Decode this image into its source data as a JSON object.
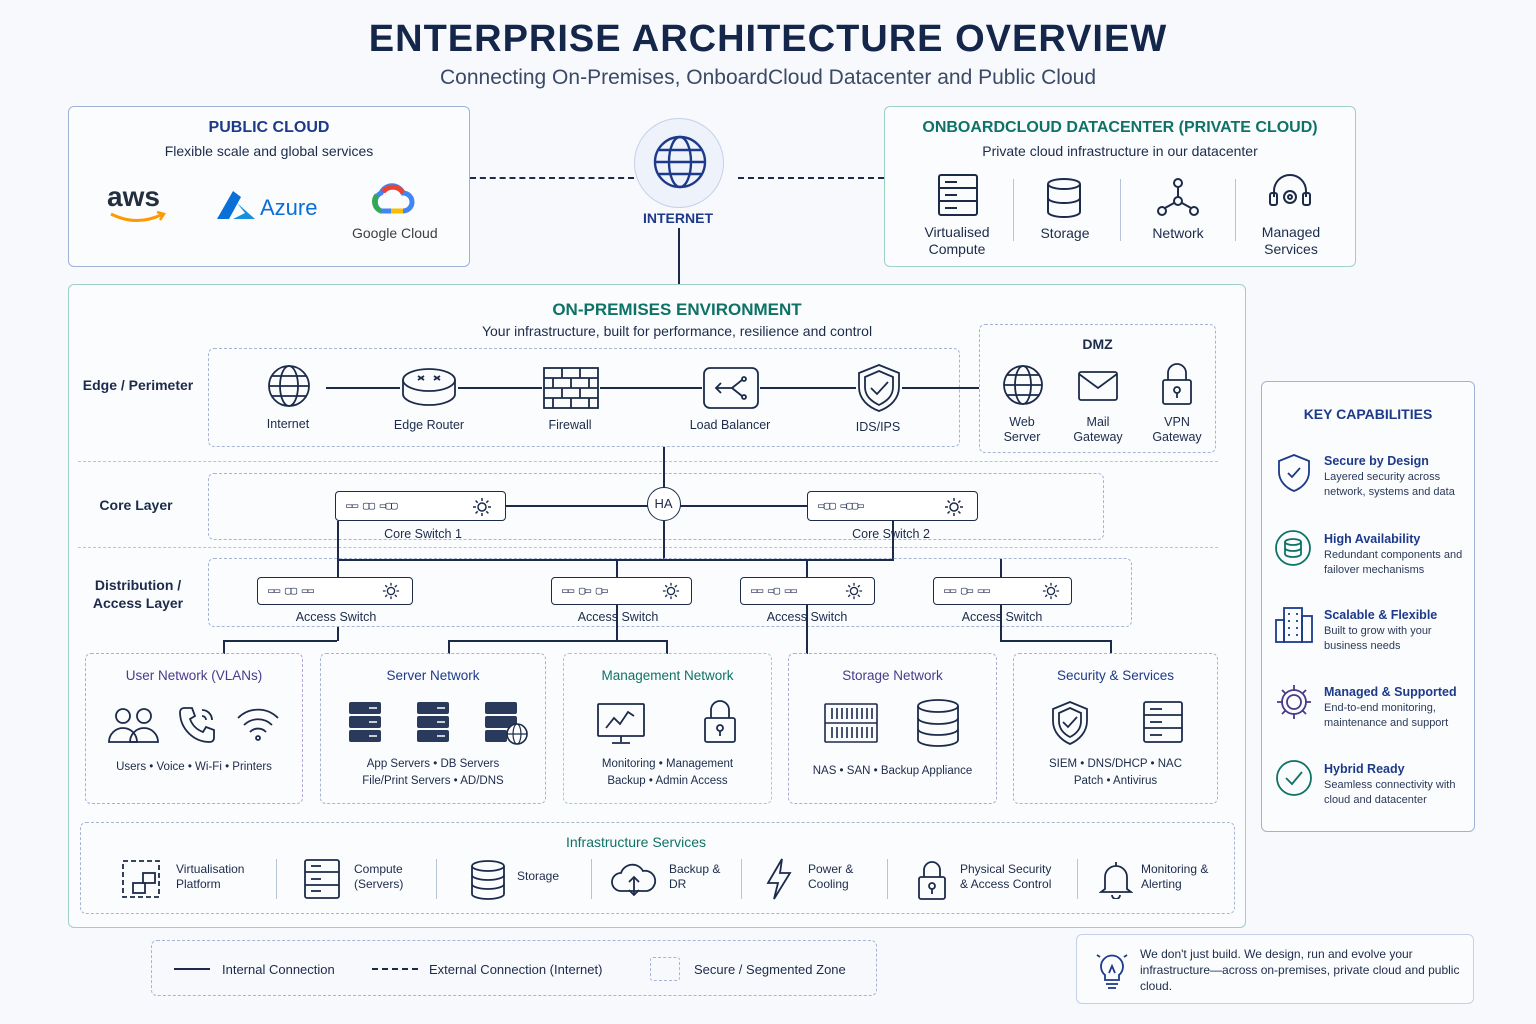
{
  "title": "ENTERPRISE ARCHITECTURE OVERVIEW",
  "subtitle": "Connecting On-Premises, OnboardCloud Datacenter and Public Cloud",
  "public_cloud": {
    "title": "PUBLIC CLOUD",
    "subtitle": "Flexible scale and global services",
    "providers": [
      "aws",
      "Azure",
      "Google Cloud"
    ]
  },
  "internet": {
    "label": "INTERNET"
  },
  "private_cloud": {
    "title": "ONBOARDCLOUD DATACENTER (PRIVATE CLOUD)",
    "subtitle": "Private cloud infrastructure in our datacenter",
    "items": [
      "Virtualised\nCompute",
      "Storage",
      "Network",
      "Managed\nServices"
    ]
  },
  "onprem": {
    "title": "ON-PREMISES ENVIRONMENT",
    "subtitle": "Your infrastructure, built for performance, resilience and control"
  },
  "layers": {
    "edge": "Edge / Perimeter",
    "core": "Core Layer",
    "distribution": "Distribution /\nAccess Layer"
  },
  "edge_items": [
    "Internet",
    "Edge Router",
    "Firewall",
    "Load Balancer",
    "IDS/IPS"
  ],
  "dmz": {
    "title": "DMZ",
    "items": [
      "Web\nServer",
      "Mail\nGateway",
      "VPN\nGateway"
    ]
  },
  "core": {
    "switch1": "Core Switch 1",
    "switch2": "Core Switch 2",
    "ha": "HA"
  },
  "access_switch_label": "Access Switch",
  "networks": [
    {
      "title": "User Network (VLANs)",
      "line1": "Users  •  Voice  •  Wi-Fi  •  Printers",
      "line2": ""
    },
    {
      "title": "Server Network",
      "line1": "App Servers  •  DB Servers",
      "line2": "File/Print Servers  •  AD/DNS"
    },
    {
      "title": "Management Network",
      "line1": "Monitoring  •  Management",
      "line2": "Backup  •  Admin Access"
    },
    {
      "title": "Storage Network",
      "line1": "NAS  •  SAN  •  Backup Appliance",
      "line2": ""
    },
    {
      "title": "Security & Services",
      "line1": "SIEM  •  DNS/DHCP  •  NAC",
      "line2": "Patch  •  Antivirus"
    }
  ],
  "infra": {
    "title": "Infrastructure Services",
    "items": [
      "Virtualisation\nPlatform",
      "Compute\n(Servers)",
      "Storage",
      "Backup &\nDR",
      "Power &\nCooling",
      "Physical Security\n& Access Control",
      "Monitoring &\nAlerting"
    ]
  },
  "capabilities": {
    "title": "KEY CAPABILITIES",
    "items": [
      {
        "title": "Secure by Design",
        "desc": "Layered security across network, systems and data"
      },
      {
        "title": "High Availability",
        "desc": "Redundant components and failover mechanisms"
      },
      {
        "title": "Scalable & Flexible",
        "desc": "Built to grow with your business needs"
      },
      {
        "title": "Managed & Supported",
        "desc": "End-to-end monitoring, maintenance and support"
      },
      {
        "title": "Hybrid Ready",
        "desc": "Seamless connectivity with cloud and datacenter"
      }
    ]
  },
  "legend": {
    "internal": "Internal Connection",
    "external": "External Connection (Internet)",
    "zone": "Secure / Segmented Zone"
  },
  "tagline": "We don't just build. We design, run and evolve your infrastructure—across on-premises, private cloud and public cloud.",
  "colors": {
    "navy": "#1c2b4a",
    "blue": "#1d3a8a",
    "teal": "#0f7266",
    "purple": "#4a3a8a"
  }
}
